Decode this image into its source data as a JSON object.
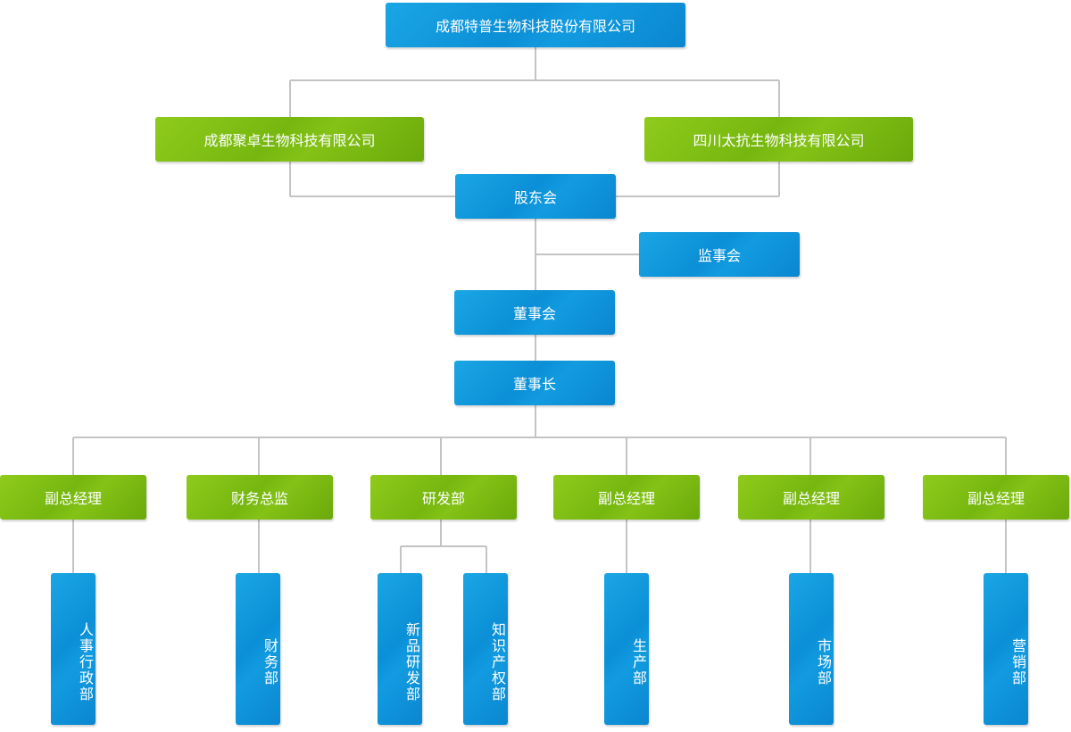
{
  "top": {
    "company": "成都特普生物科技股份有限公司"
  },
  "shareholders": {
    "left": "成都聚卓生物科技有限公司",
    "right": "四川太抗生物科技有限公司"
  },
  "core": {
    "shareholders_meeting": "股东会",
    "supervisory_board": "监事会",
    "board_of_directors": "董事会",
    "chairman": "董事长"
  },
  "managers": [
    {
      "label": "副总经理"
    },
    {
      "label": "财务总监"
    },
    {
      "label": "研发部"
    },
    {
      "label": "副总经理"
    },
    {
      "label": "副总经理"
    },
    {
      "label": "副总经理"
    }
  ],
  "departments": [
    {
      "label": "人事行政部"
    },
    {
      "label": "财务部"
    },
    {
      "label": "新品研发部"
    },
    {
      "label": "知识产权部"
    },
    {
      "label": "生产部"
    },
    {
      "label": "市场部"
    },
    {
      "label": "营销部"
    }
  ],
  "colors": {
    "blue": "#0b8fd6",
    "green": "#76b70f",
    "connector": "#c4c4c4"
  }
}
